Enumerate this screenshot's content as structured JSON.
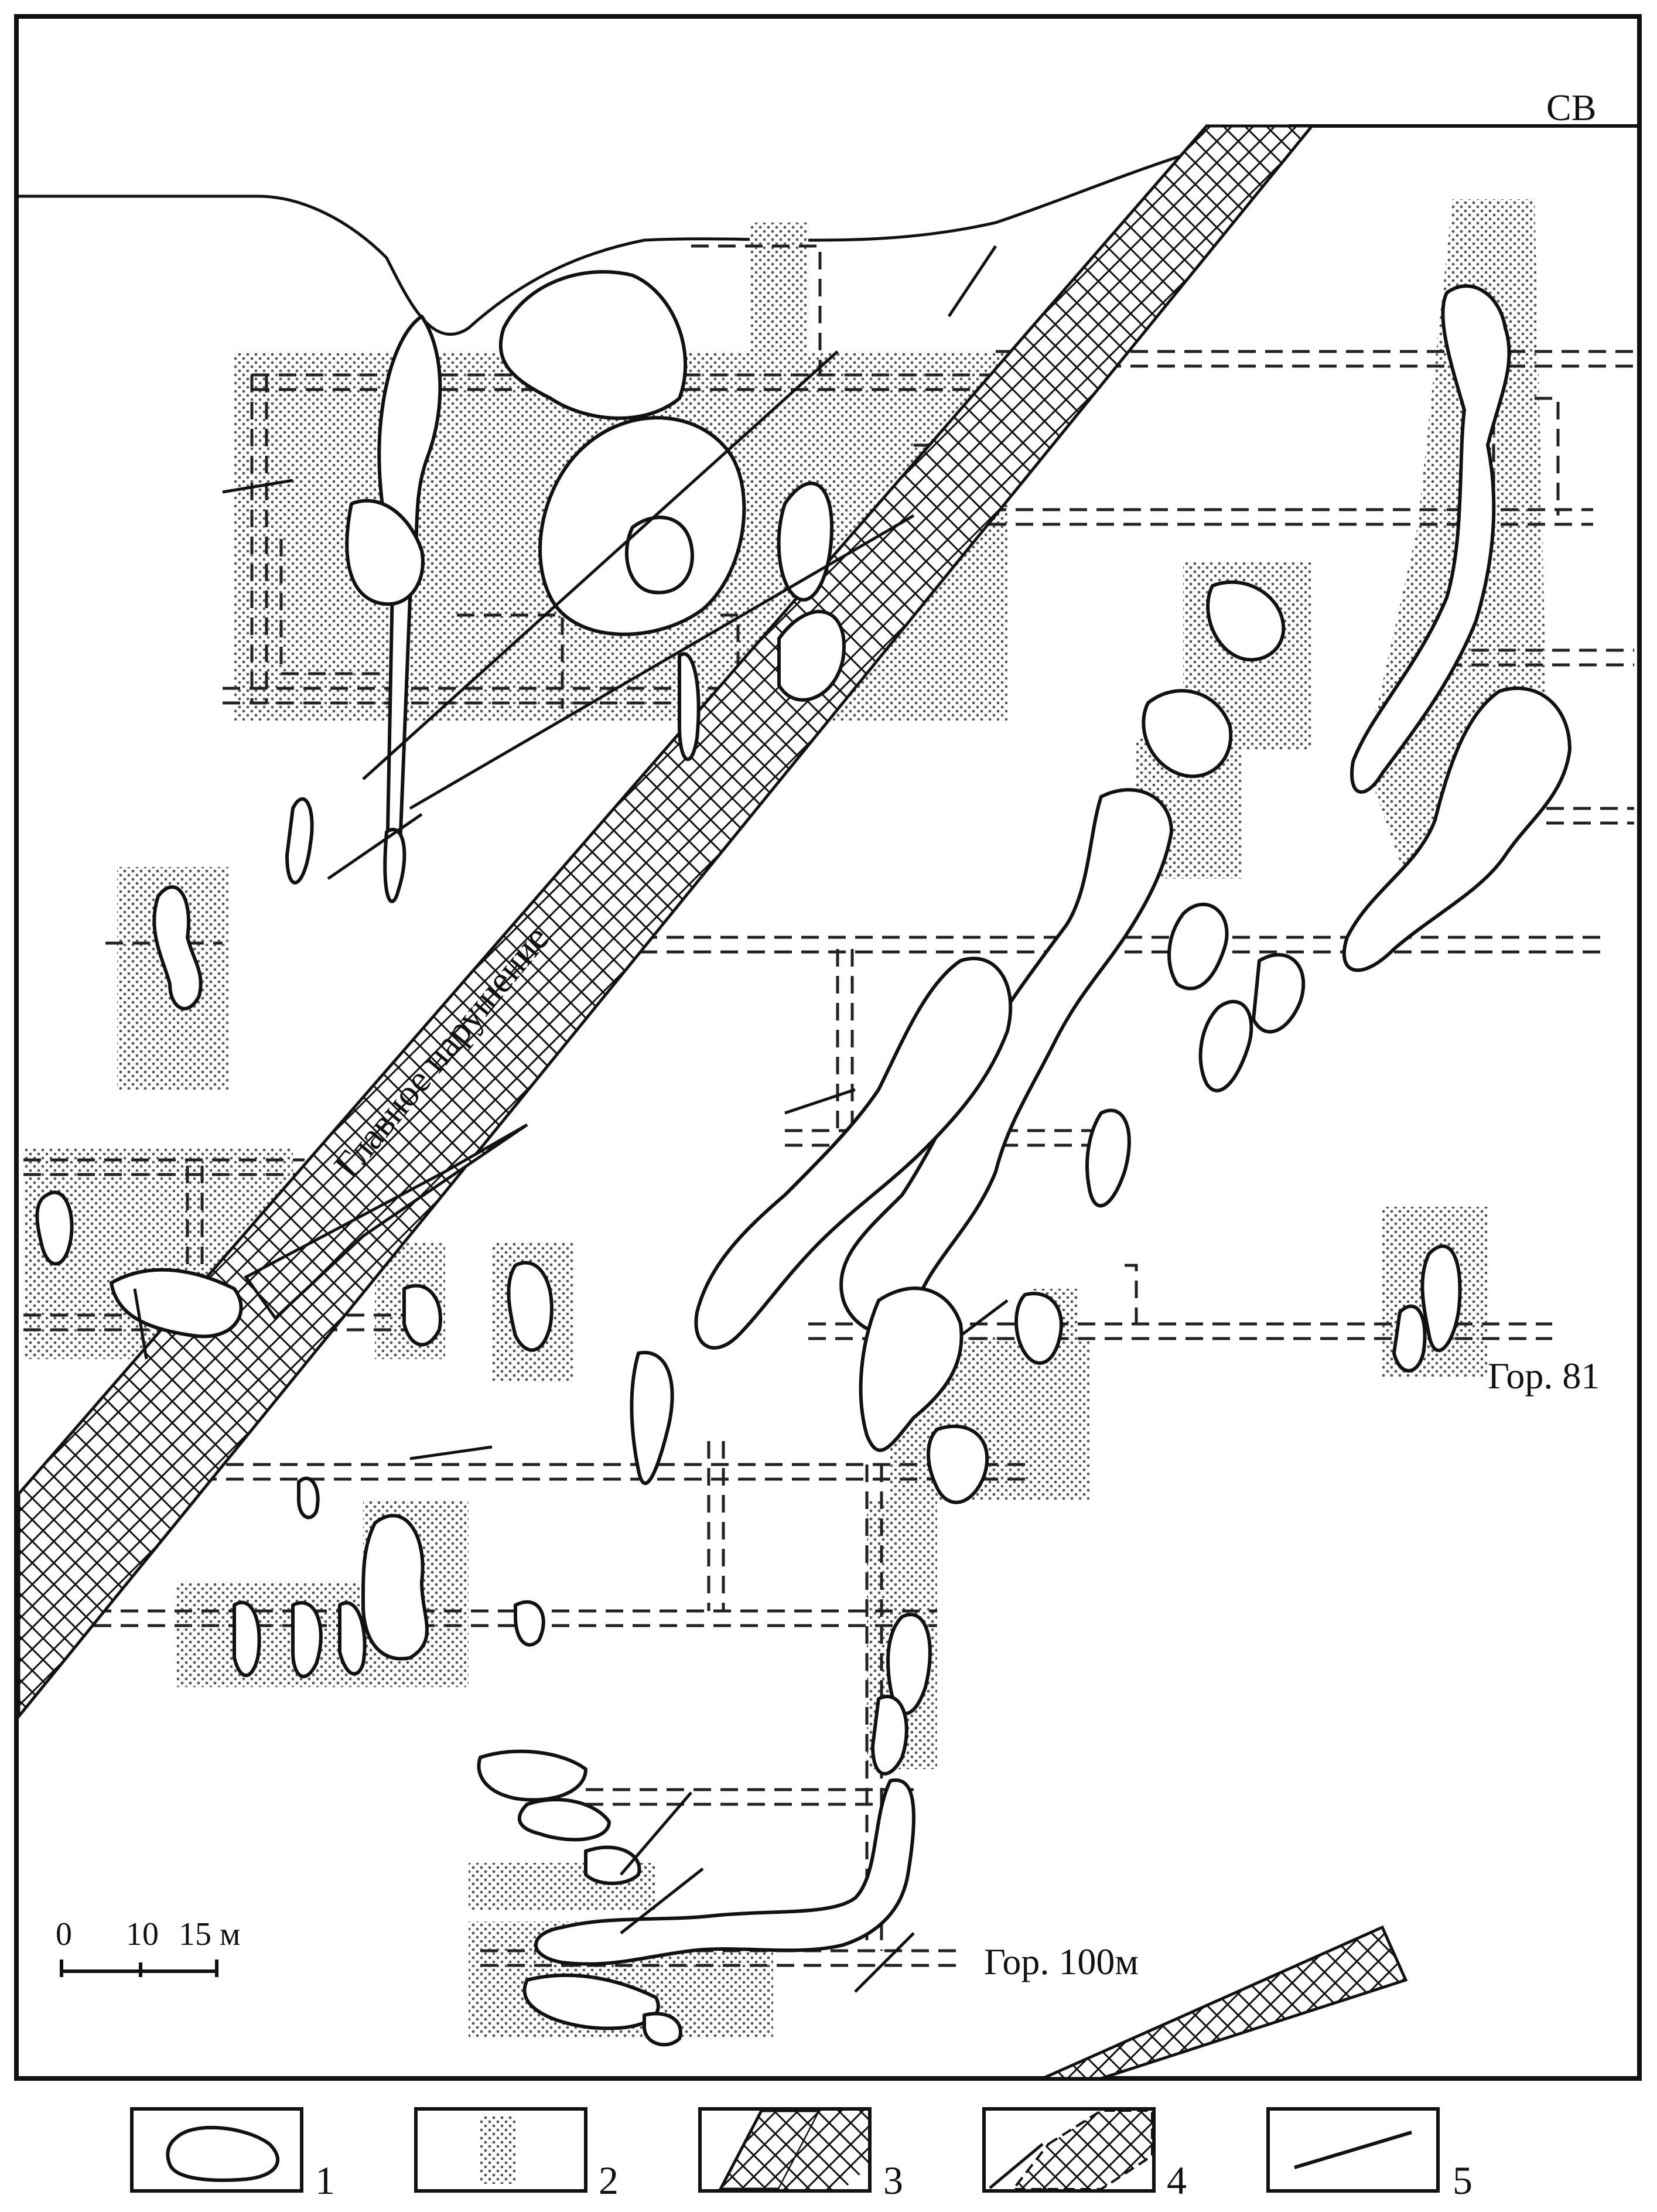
{
  "labels": {
    "direction": "СВ",
    "main_fault": "Главное нарушение",
    "level_81": "Гор. 81",
    "level_100": "Гор. 100м"
  },
  "scale": {
    "ticks": [
      "0",
      "10",
      "15 м"
    ]
  },
  "legend": [
    {
      "id": "1",
      "number": "1"
    },
    {
      "id": "2",
      "number": "2"
    },
    {
      "id": "3",
      "number": "3"
    },
    {
      "id": "4",
      "number": "4"
    },
    {
      "id": "5",
      "number": "5"
    }
  ]
}
